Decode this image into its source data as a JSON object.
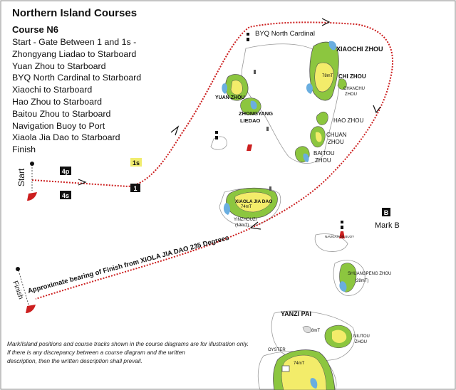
{
  "title": "Northern Island Courses",
  "course": {
    "heading": "Course  N6",
    "lines": [
      "Start - Gate Between 1 and 1s -",
      "Zhongyang Liadao to Starboard",
      "Yuan Zhou to Starboard",
      "BYQ North Cardinal to Starboard",
      "Xiaochi to Starboard",
      "Hao Zhou to Starboard",
      "Baitou Zhou to Starboard",
      "Navigation Buoy to Port",
      "Xiaola Jia Dao to Starboard",
      "Finish"
    ]
  },
  "marks": {
    "gate_1": "1",
    "gate_1s": "1s",
    "start_4p": "4p",
    "start_4s": "4s",
    "mark_b_letter": "B",
    "mark_b_label": "Mark B",
    "start_label": "Start",
    "finish_label": "Finish"
  },
  "map_labels": {
    "byq": "BYQ North Cardinal",
    "xiaochi": "XIAOCHI ZHOU",
    "chi": "CHI ZHOU",
    "chi_height": "78mT",
    "chanchu_1": "CHANCHU",
    "chanchu_2": "ZHOU",
    "yuan": "YUAN ZHOU",
    "zhongyang_1": "ZHONGYANG",
    "zhongyang_2": "LIEDAO",
    "hao": "HAO ZHOU",
    "chuan_1": "CHUAN",
    "chuan_2": "ZHOU",
    "baitou_1": "BAITOU",
    "baitou_2": "ZHOU",
    "xiaola": "XIAOLA JIA DAO",
    "xiaola_height": "74mT",
    "yinzhouzi_1": "YINZHOUZI",
    "yinzhouzi_2": "(13mT)",
    "nav_buoy": "NAVIGATION BUOY",
    "shuangpeng": "SHUANGPENG ZHOU",
    "shuangpeng_height": "(28mT)",
    "yanzi": "YANZI PAI",
    "yanzi_height": "8mT",
    "niutou_1": "NIUTOU",
    "niutou_2": "ZHOU",
    "oyster": "OYSTER",
    "bottom_height": "74mT",
    "bearing_note": "Approximate bearing of Finish from XIOLA JIA DAO 235 Degrees"
  },
  "disclaimer": [
    "Mark/Island positions and course tracks shown in the course diagrams are for illustration only.",
    "If there is any discrepancy between a course diagram and the written",
    "description, then the written description shall prevail."
  ],
  "colors": {
    "course_track": "#cc1f1f",
    "land_green": "#8cc63f",
    "land_yellow": "#f3ec6a",
    "shallow_blue": "#6aaee0",
    "mark_1s_fill": "#f0ec6e",
    "mark_black": "#111111"
  }
}
